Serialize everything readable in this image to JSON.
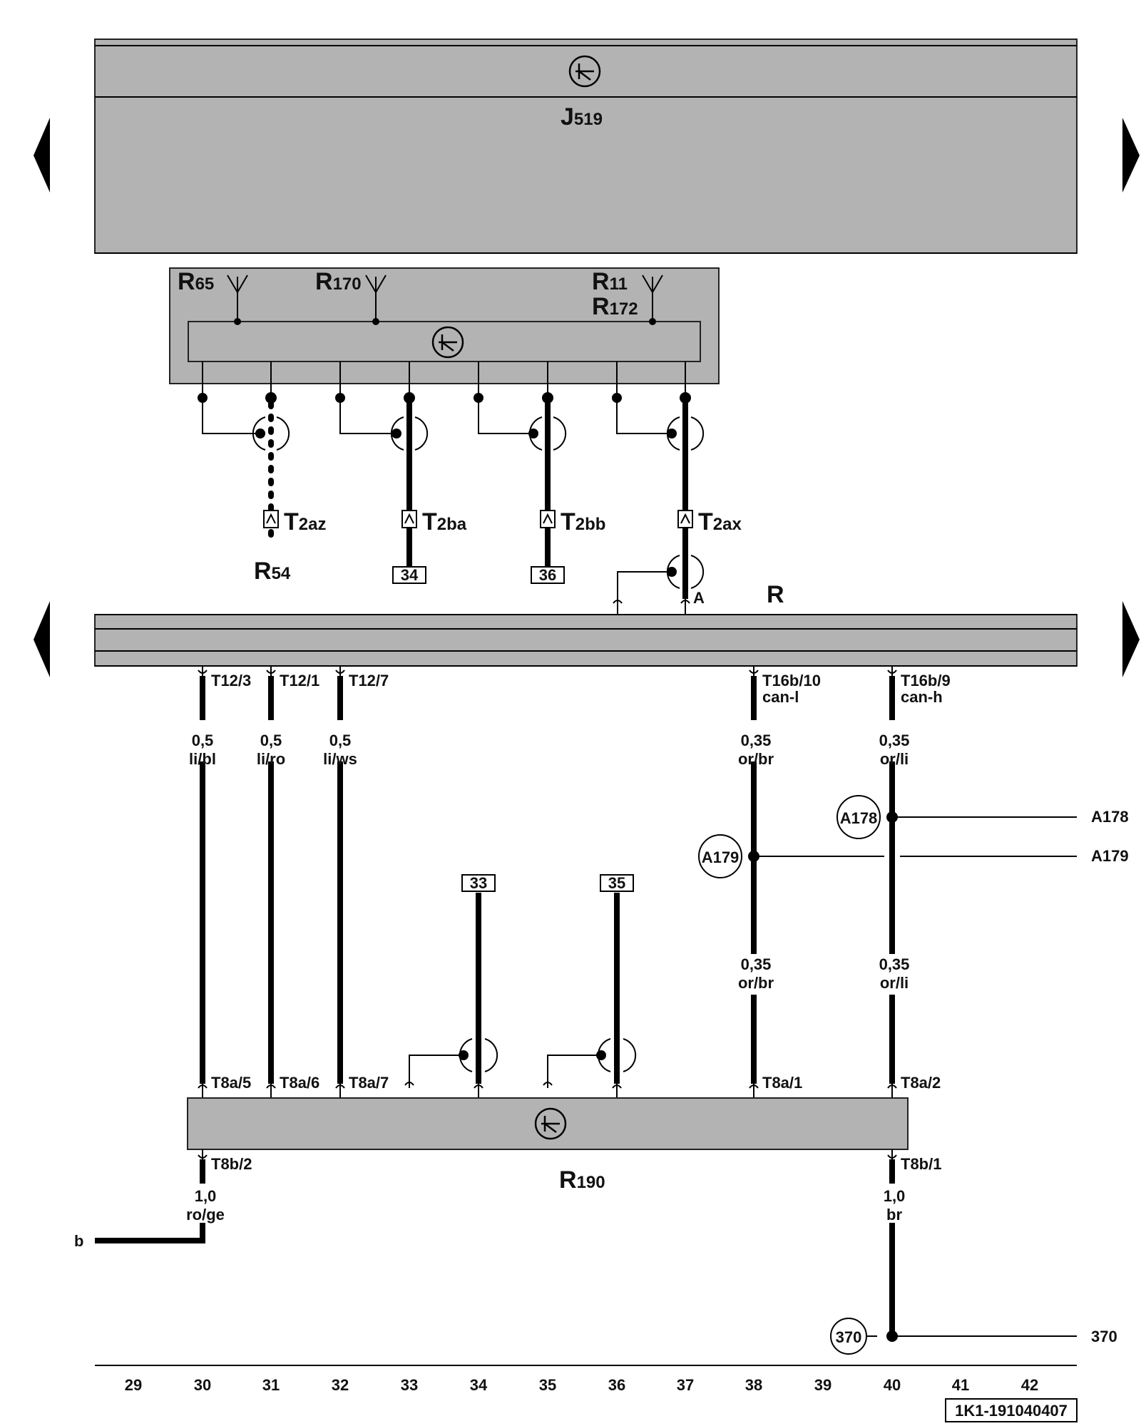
{
  "components": {
    "j519": {
      "main": "J",
      "sub": "519"
    },
    "r65": {
      "main": "R",
      "sub": "65"
    },
    "r170": {
      "main": "R",
      "sub": "170"
    },
    "r11": {
      "main": "R",
      "sub": "11"
    },
    "r172": {
      "main": "R",
      "sub": "172"
    },
    "r54": {
      "main": "R",
      "sub": "54"
    },
    "r": {
      "main": "R"
    },
    "r190": {
      "main": "R",
      "sub": "190"
    }
  },
  "connectors": {
    "t2az": {
      "main": "T",
      "sub": "2az"
    },
    "t2ba": {
      "main": "T",
      "sub": "2ba"
    },
    "t2bb": {
      "main": "T",
      "sub": "2bb"
    },
    "t2ax": {
      "main": "T",
      "sub": "2ax"
    },
    "pin_a": "A"
  },
  "pins_top": [
    "T12/3",
    "T12/1",
    "T12/7",
    "T16b/10",
    "T16b/9"
  ],
  "can_labels": {
    "can_l": "can-l",
    "can_h": "can-h"
  },
  "wires": [
    {
      "size": "0,5",
      "color": "li/bl"
    },
    {
      "size": "0,5",
      "color": "li/ro"
    },
    {
      "size": "0,5",
      "color": "li/ws"
    },
    {
      "size": "0,35",
      "color": "or/br"
    },
    {
      "size": "0,35",
      "color": "or/li"
    },
    {
      "size": "0,35",
      "color": "or/br"
    },
    {
      "size": "0,35",
      "color": "or/li"
    },
    {
      "size": "1,0",
      "color": "ro/ge"
    },
    {
      "size": "1,0",
      "color": "br"
    }
  ],
  "pins_bottom": [
    "T8a/5",
    "T8a/6",
    "T8a/7",
    "T8a/1",
    "T8a/2"
  ],
  "pins_r190_out": [
    "T8b/2",
    "T8b/1"
  ],
  "refs": {
    "r34": "34",
    "r36": "36",
    "r33": "33",
    "r35": "35"
  },
  "junctions": {
    "a178": "A178",
    "a179": "A179",
    "j370": "370"
  },
  "side_labels": {
    "a178": "A178",
    "a179": "A179",
    "j370": "370",
    "b": "b"
  },
  "grid_numbers": [
    "29",
    "30",
    "31",
    "32",
    "33",
    "34",
    "35",
    "36",
    "37",
    "38",
    "39",
    "40",
    "41",
    "42"
  ],
  "doc_id": "1K1-191040407"
}
